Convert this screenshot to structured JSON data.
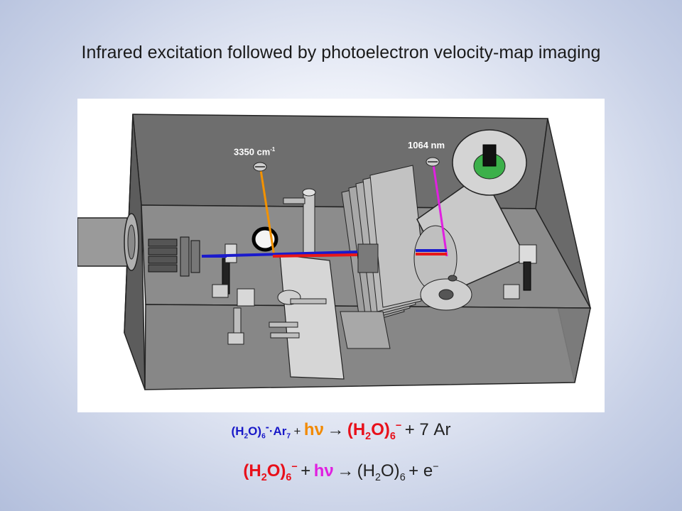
{
  "title": "Infrared excitation followed by photoelectron velocity-map imaging",
  "diagram": {
    "ir_label_main": "3350 cm",
    "ir_label_sup": "-1",
    "uv_label": "1064 nm"
  },
  "eq1": {
    "reactant": "(H",
    "reactant_sub1": "2",
    "reactant_mid": "O)",
    "reactant_sub2": "6",
    "reactant_sup": "-",
    "reactant_ar": "·Ar",
    "reactant_sub3": "7",
    "plus1": "+",
    "photon": "hν",
    "arrow": "→",
    "product": "(H",
    "product_sub1": "2",
    "product_mid": "O)",
    "product_sub2": "6",
    "product_sup": "−",
    "tail": "+ 7 Ar"
  },
  "eq2": {
    "reactant": "(H",
    "reactant_sub1": "2",
    "reactant_mid": "O)",
    "reactant_sub2": "6",
    "reactant_sup": "−",
    "plus1": "+",
    "photon": "hν",
    "arrow": "→",
    "product": "(H",
    "product_sub1": "2",
    "product_mid": "O)",
    "product_sub2": "6",
    "tail": "+ e",
    "tail_sup": "−"
  },
  "colors": {
    "ion_beam": "#1a1acc",
    "laser_beam": "#e81818",
    "ir_laser": "#f39200",
    "uv_laser": "#e020e0"
  }
}
